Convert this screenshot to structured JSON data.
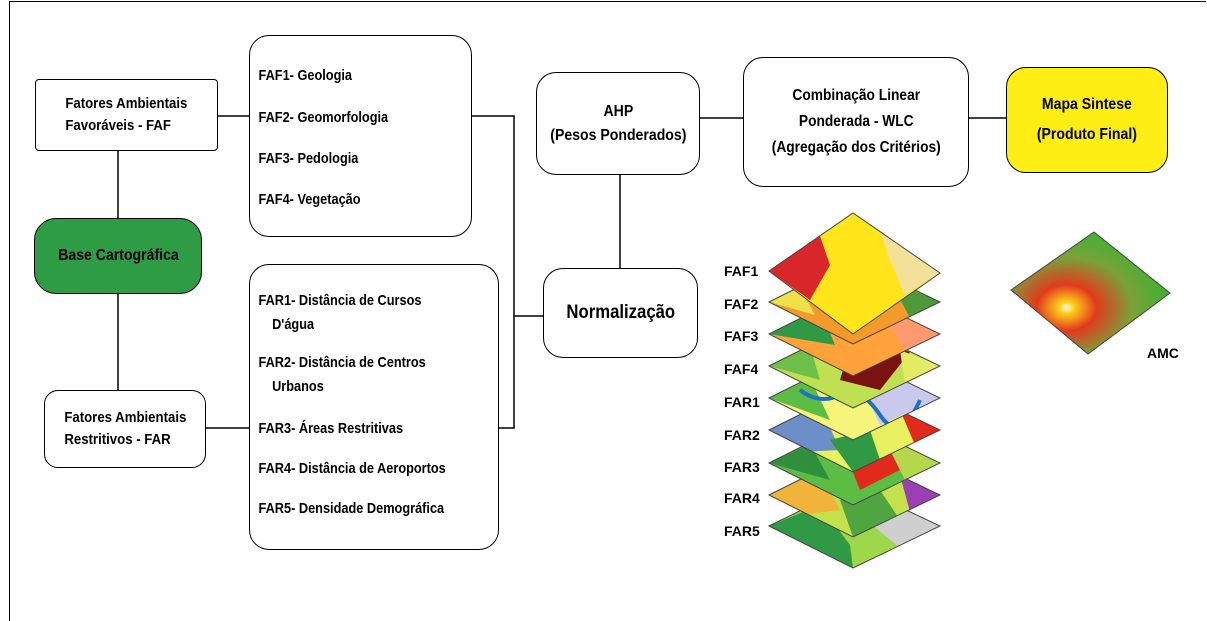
{
  "diagram": {
    "faf_group": {
      "line1": "Fatores Ambientais",
      "line2": "Favoráveis - FAF"
    },
    "far_group": {
      "line1": "Fatores Ambientais",
      "line2": "Restritivos - FAR"
    },
    "base": {
      "label": "Base Cartográfica",
      "color": "#2e9b45"
    },
    "faf_items": [
      "FAF1- Geologia",
      "FAF2- Geomorfologia",
      "FAF3- Pedologia",
      "FAF4- Vegetação"
    ],
    "far_items": [
      {
        "line1": "FAR1- Distância  de Cursos",
        "line2": "D'água"
      },
      {
        "line1": "FAR2- Distância de Centros",
        "line2": "Urbanos"
      },
      {
        "line1": "FAR3- Áreas Restritivas",
        "line2": ""
      },
      {
        "line1": "FAR4- Distância de Aeroportos",
        "line2": ""
      },
      {
        "line1": "FAR5- Densidade Demográfica",
        "line2": ""
      }
    ],
    "normalizacao": {
      "label": "Normalização"
    },
    "ahp": {
      "line1": "AHP",
      "line2": "(Pesos Ponderados)"
    },
    "wlc": {
      "line1": "Combinação Linear",
      "line2": "Ponderada - WLC",
      "line3": "(Agregação dos Critérios)"
    },
    "mapa": {
      "line1": "Mapa Sintese",
      "line2": "(Produto Final)",
      "color": "#ffee14"
    },
    "layer_labels": [
      "FAF1",
      "FAF2",
      "FAF3",
      "FAF4",
      "FAR1",
      "FAR2",
      "FAR3",
      "FAR4",
      "FAR5"
    ],
    "amc_label": "AMC"
  }
}
